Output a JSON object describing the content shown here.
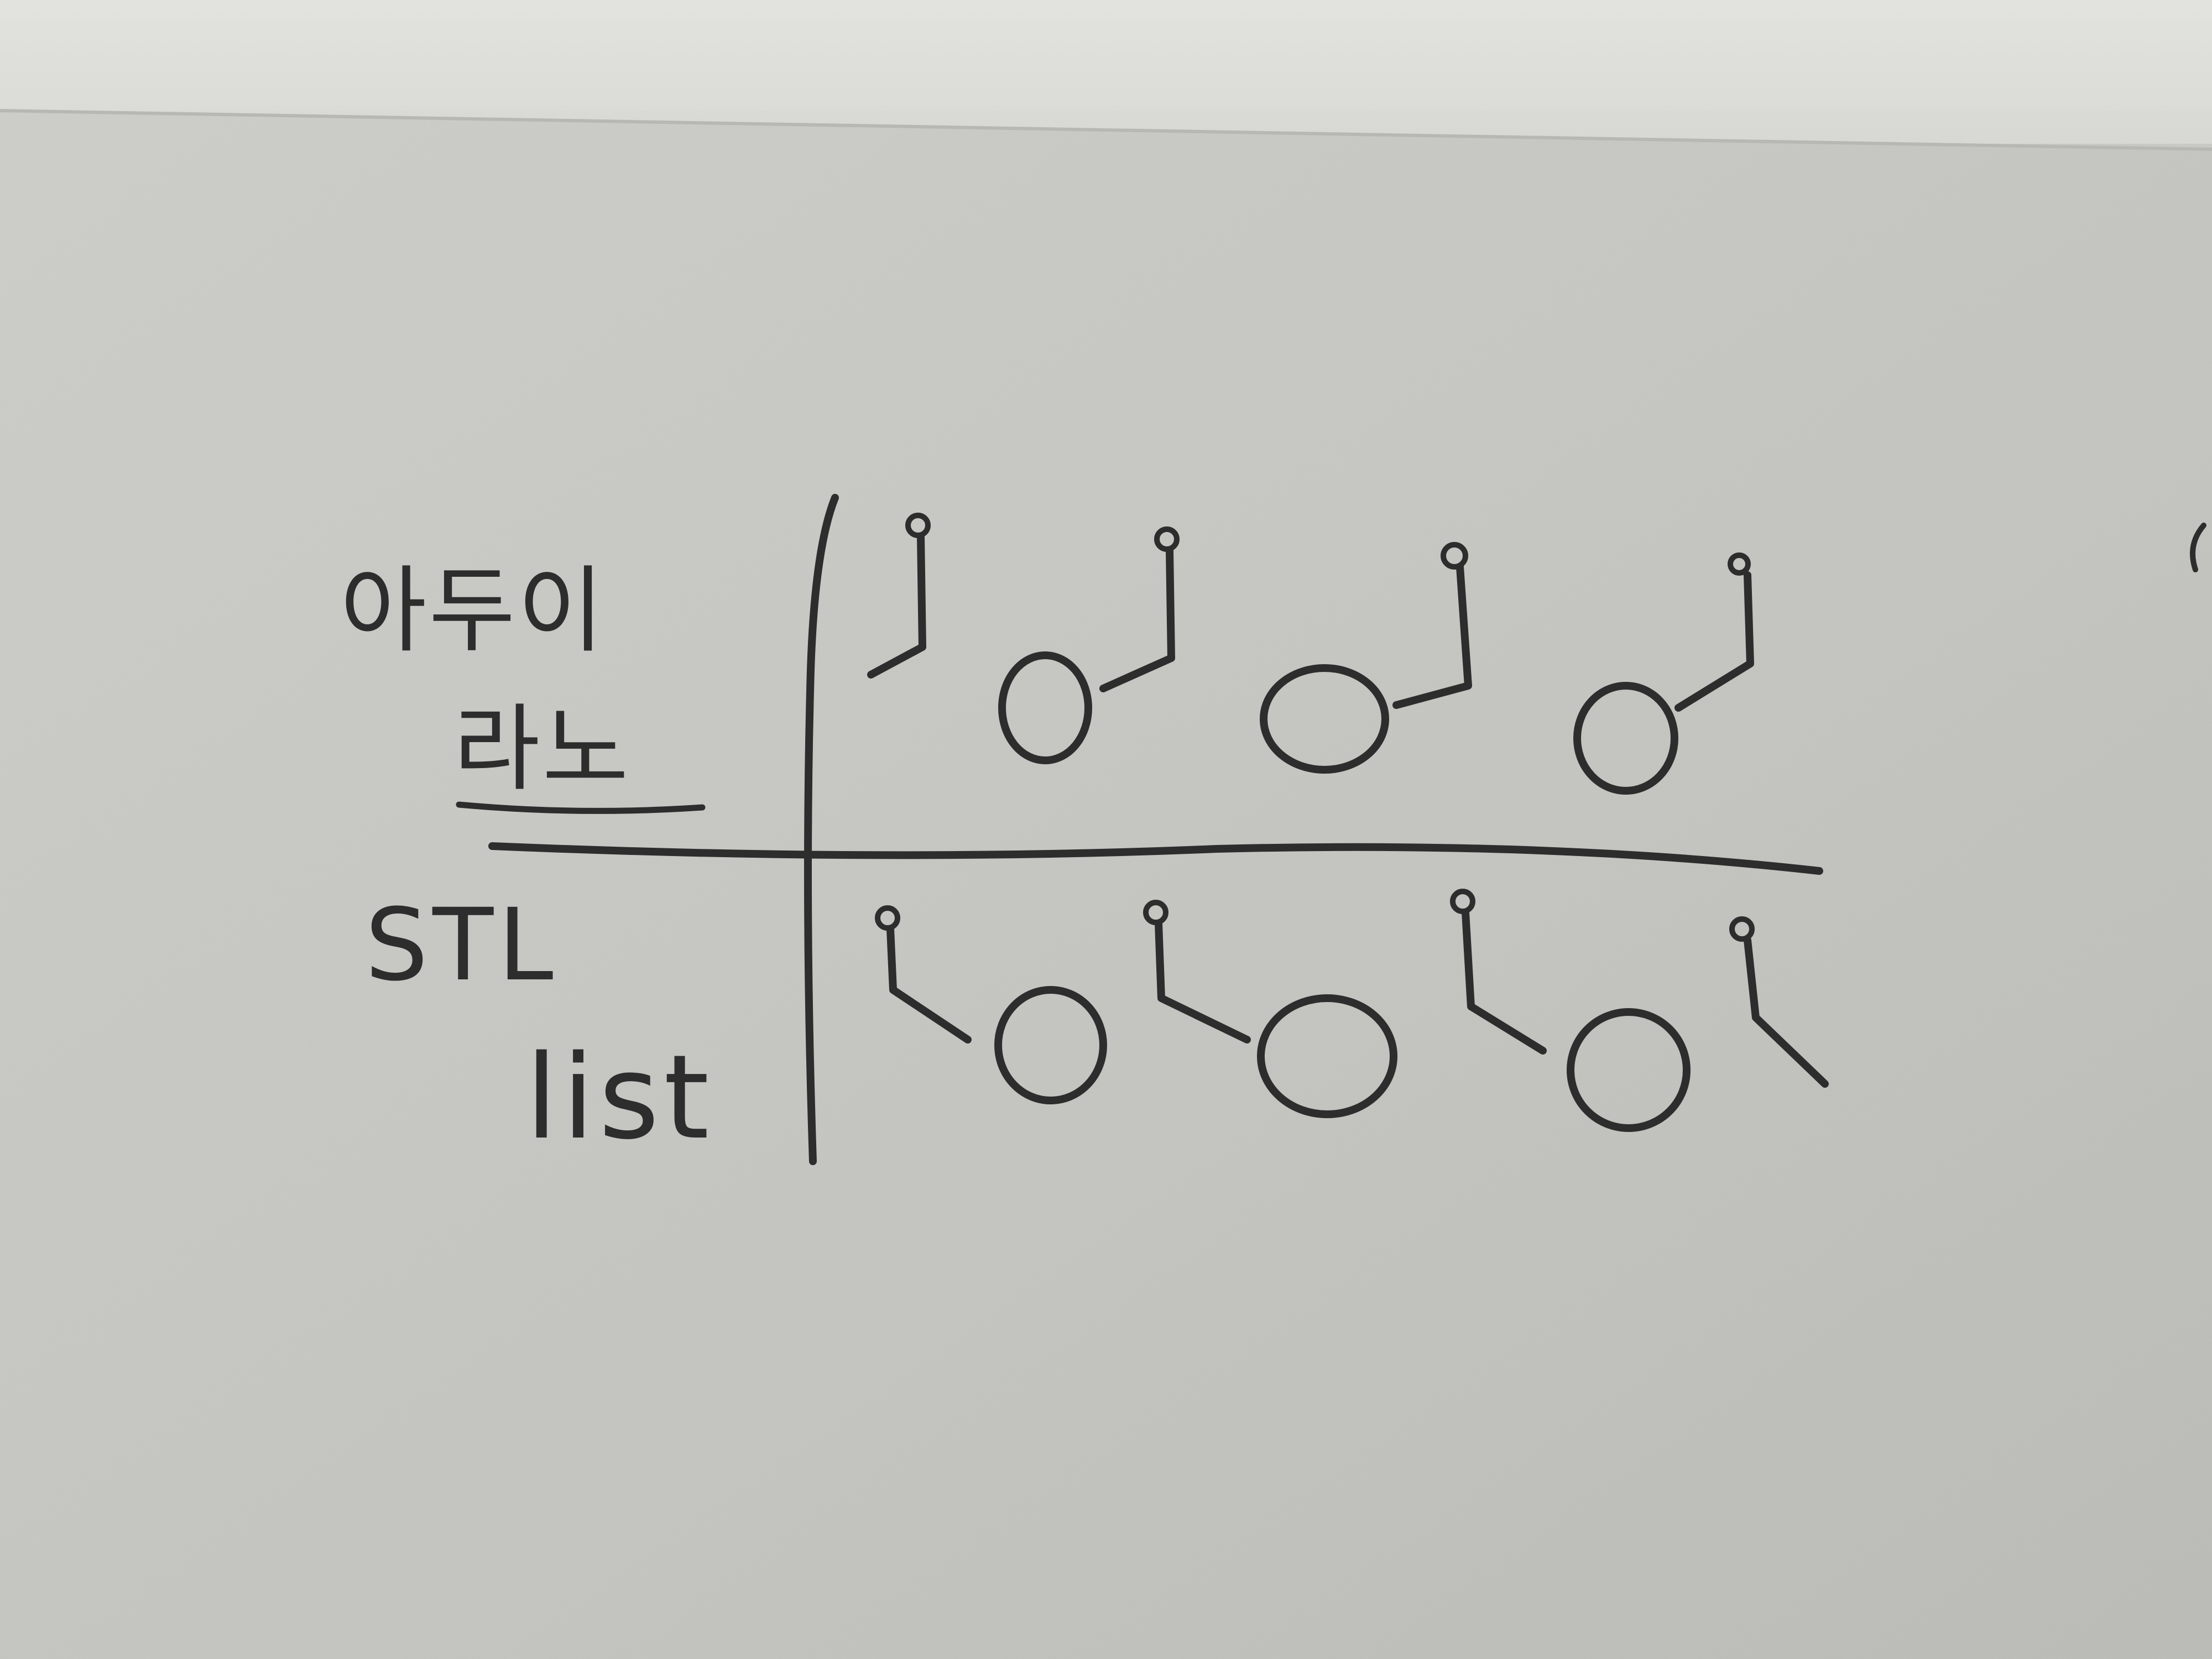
{
  "sketch": {
    "row_top_label_line1": "아두이",
    "row_top_label_line2": "라노",
    "row_bottom_label_line1": "STL",
    "row_bottom_label_line2": "list"
  },
  "colors": {
    "paper": "#c9c9c5",
    "ink": "#2d2d2d",
    "wall": "#e0e0dc"
  },
  "icons": [
    "hanging-ring-icon",
    "pull-ring-icon"
  ]
}
